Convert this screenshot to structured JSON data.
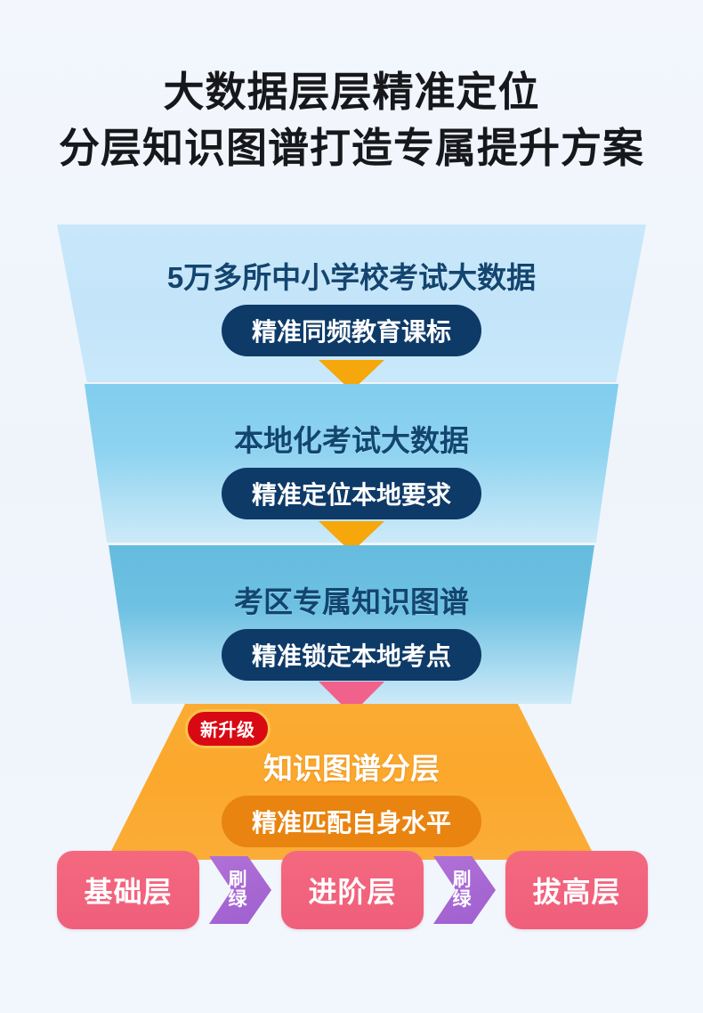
{
  "headline": {
    "line1": "大数据层层精准定位",
    "line2": "分层知识图谱打造专属提升方案"
  },
  "funnel": {
    "layers": [
      {
        "id": "layer-1",
        "title": "5万多所中小学校考试大数据",
        "pill": "精准同频教育课标",
        "fill_color": "#c5e5f9",
        "pill_color": "#0e3a68"
      },
      {
        "id": "layer-2",
        "title": "本地化考试大数据",
        "pill": "精准定位本地要求",
        "fill_color": "#8ed3f0",
        "pill_color": "#0e3a68"
      },
      {
        "id": "layer-3",
        "title": "考区专属知识图谱",
        "pill": "精准锁定本地考点",
        "fill_color": "#6ec1e2",
        "pill_color": "#0e3a68"
      },
      {
        "id": "layer-4",
        "title": "知识图谱分层",
        "pill": "精准匹配自身水平",
        "badge": "新升级",
        "fill_color": "#fba82c",
        "pill_color": "#e8840f",
        "badge_color": "#d90914"
      }
    ],
    "connectors": [
      {
        "id": "connector-1",
        "color": "#f5a70b"
      },
      {
        "id": "connector-2",
        "color": "#f5a70b"
      },
      {
        "id": "connector-3",
        "color": "#f0618c"
      }
    ]
  },
  "levels": {
    "cards": [
      {
        "label": "基础层",
        "color": "#f2637d"
      },
      {
        "label": "进阶层",
        "color": "#f2637d"
      },
      {
        "label": "拔高层",
        "color": "#f2637d"
      }
    ],
    "arrows": [
      {
        "label": "刷绿",
        "color": "#a465d2"
      },
      {
        "label": "刷绿",
        "color": "#a465d2"
      }
    ]
  },
  "theme": {
    "background": "#f1f5fc",
    "title_color": "#16181c",
    "layer_title_color": "#12456f"
  }
}
